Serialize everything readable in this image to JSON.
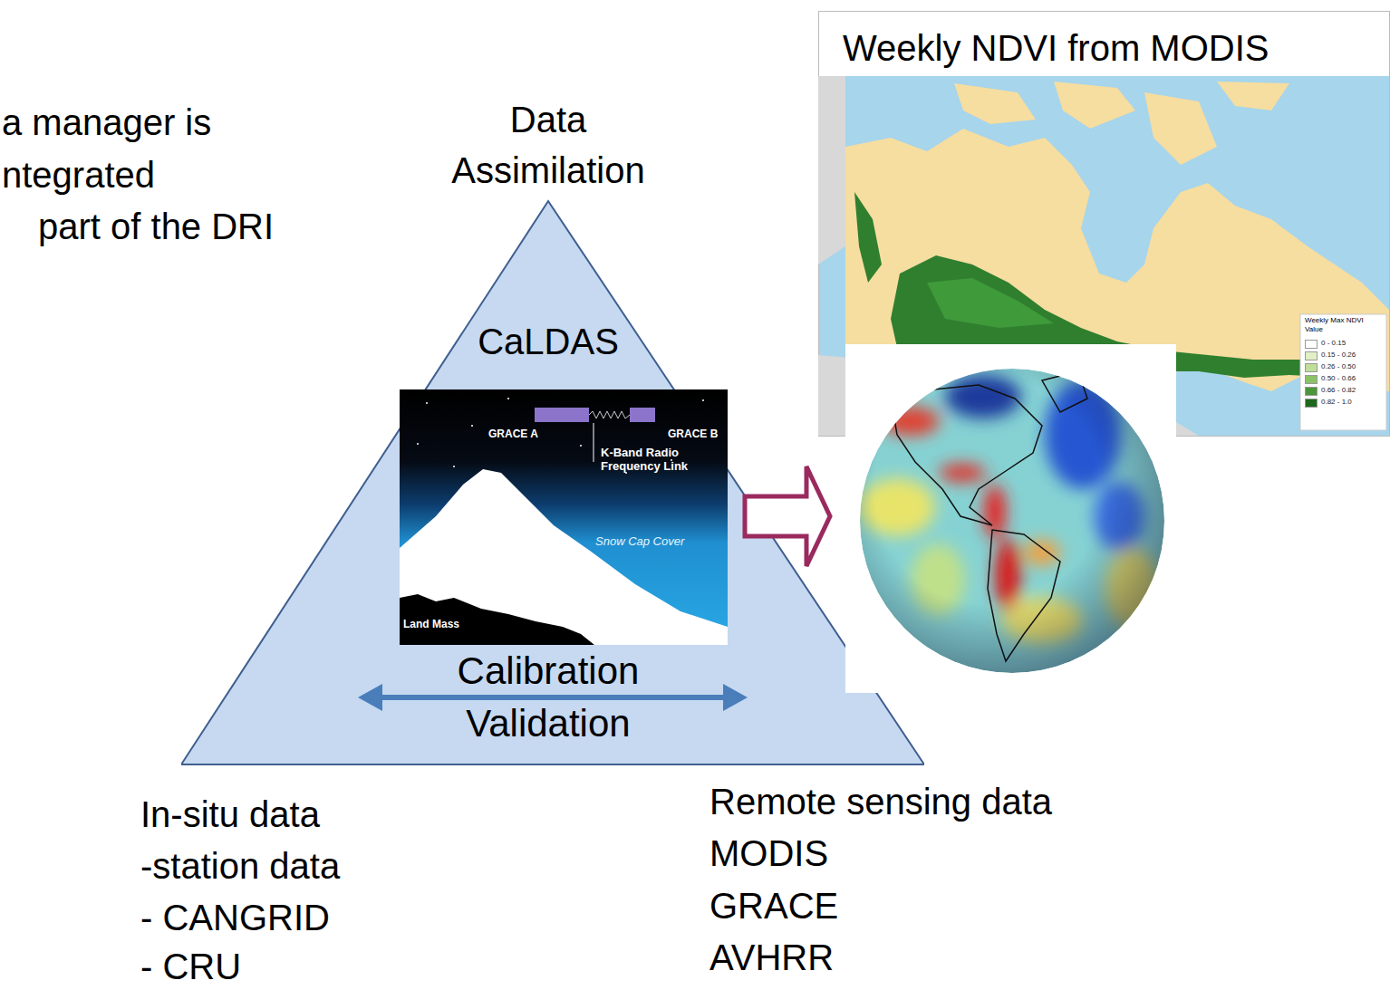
{
  "diagram": {
    "nodes": [
      {
        "text": [
          "Weekly NDVI from MODIS"
        ]
      },
      {
        "text": [
          "Data Assimilation",
          "CaLDAS",
          "Calibration Validation"
        ]
      },
      {
        "text": [
          "GRACE A",
          "GRACE B",
          "K-Band Radio Frequency Link",
          "Snow Cap Cover",
          "Land Mass"
        ],
        "in": 1
      }
    ],
    "labels": [
      "a manager is",
      "ntegrated",
      "part of the DRI",
      "In-situ data",
      "-station data",
      "- CANGRID",
      "- CRU",
      "Remote sensing data",
      "MODIS",
      "GRACE",
      "AVHRR",
      "Weekly Max NDVI Value"
    ],
    "legend": [
      {
        "text": "0 - 0.15",
        "color": "#ffffff"
      },
      {
        "text": "0.15 - 0.26",
        "color": "#e2f0c6"
      },
      {
        "text": "0.26 - 0.50",
        "color": "#bfdf98"
      },
      {
        "text": "0.50 - 0.66",
        "color": "#8cc266"
      },
      {
        "text": "0.66 - 0.82",
        "color": "#4c963a"
      },
      {
        "text": "0.82 - 1.0",
        "color": "#1d681d"
      }
    ]
  }
}
